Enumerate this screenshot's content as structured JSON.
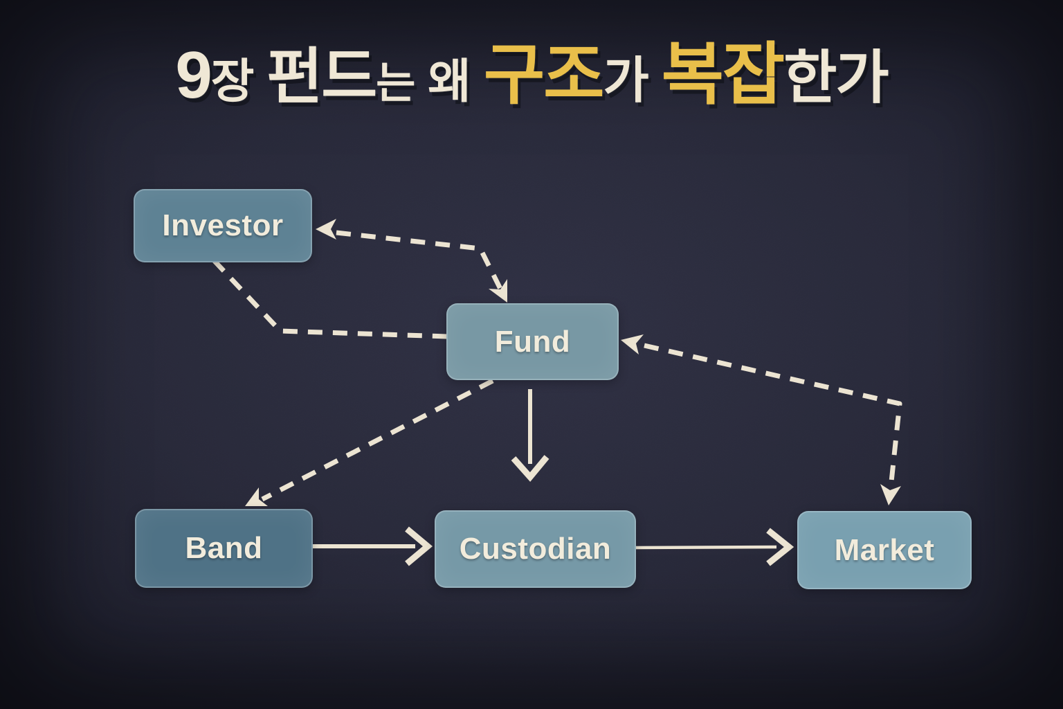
{
  "title": {
    "full_text": "9장 펀드는 왜 구조가 복잡한가",
    "segments": [
      {
        "text": "9"
      },
      {
        "text": "장"
      },
      {
        "text": "펀드"
      },
      {
        "text": "는"
      },
      {
        "text": "왜"
      },
      {
        "text": "구조"
      },
      {
        "text": "가"
      },
      {
        "text": "복잡"
      },
      {
        "text": "한가"
      }
    ],
    "highlight_words": [
      "구조",
      "복잡"
    ]
  },
  "colors": {
    "background": "#282939",
    "title_cream": "#efe7d5",
    "title_gold": "#e9bf4a",
    "line_cream": "#ece4d2",
    "node_text": "#f2ecdc"
  },
  "diagram": {
    "nodes": [
      {
        "id": "investor",
        "label": "Investor",
        "fill": "#5e8294"
      },
      {
        "id": "fund",
        "label": "Fund",
        "fill": "#7898a4"
      },
      {
        "id": "band",
        "label": "Band",
        "fill": "#4f7286"
      },
      {
        "id": "custodian",
        "label": "Custodian",
        "fill": "#7699a7"
      },
      {
        "id": "market",
        "label": "Market",
        "fill": "#79a0b0"
      }
    ],
    "edges": [
      {
        "from": "fund",
        "to": "investor",
        "style": "dashed",
        "arrowheads": [
          "investor",
          "fund"
        ]
      },
      {
        "from": "investor",
        "to": "fund",
        "style": "dashed",
        "arrowheads": []
      },
      {
        "from": "fund",
        "to": "band",
        "style": "dashed",
        "arrowheads": [
          "band"
        ]
      },
      {
        "from": "fund",
        "to": "market",
        "style": "dashed",
        "arrowheads": [
          "fund",
          "market"
        ]
      },
      {
        "from": "band",
        "to": "custodian",
        "style": "solid",
        "arrowheads": [
          "custodian"
        ]
      },
      {
        "from": "fund",
        "to": "custodian",
        "style": "solid",
        "arrowheads": [
          "custodian"
        ]
      },
      {
        "from": "custodian",
        "to": "market",
        "style": "solid",
        "arrowheads": [
          "market"
        ]
      }
    ]
  }
}
